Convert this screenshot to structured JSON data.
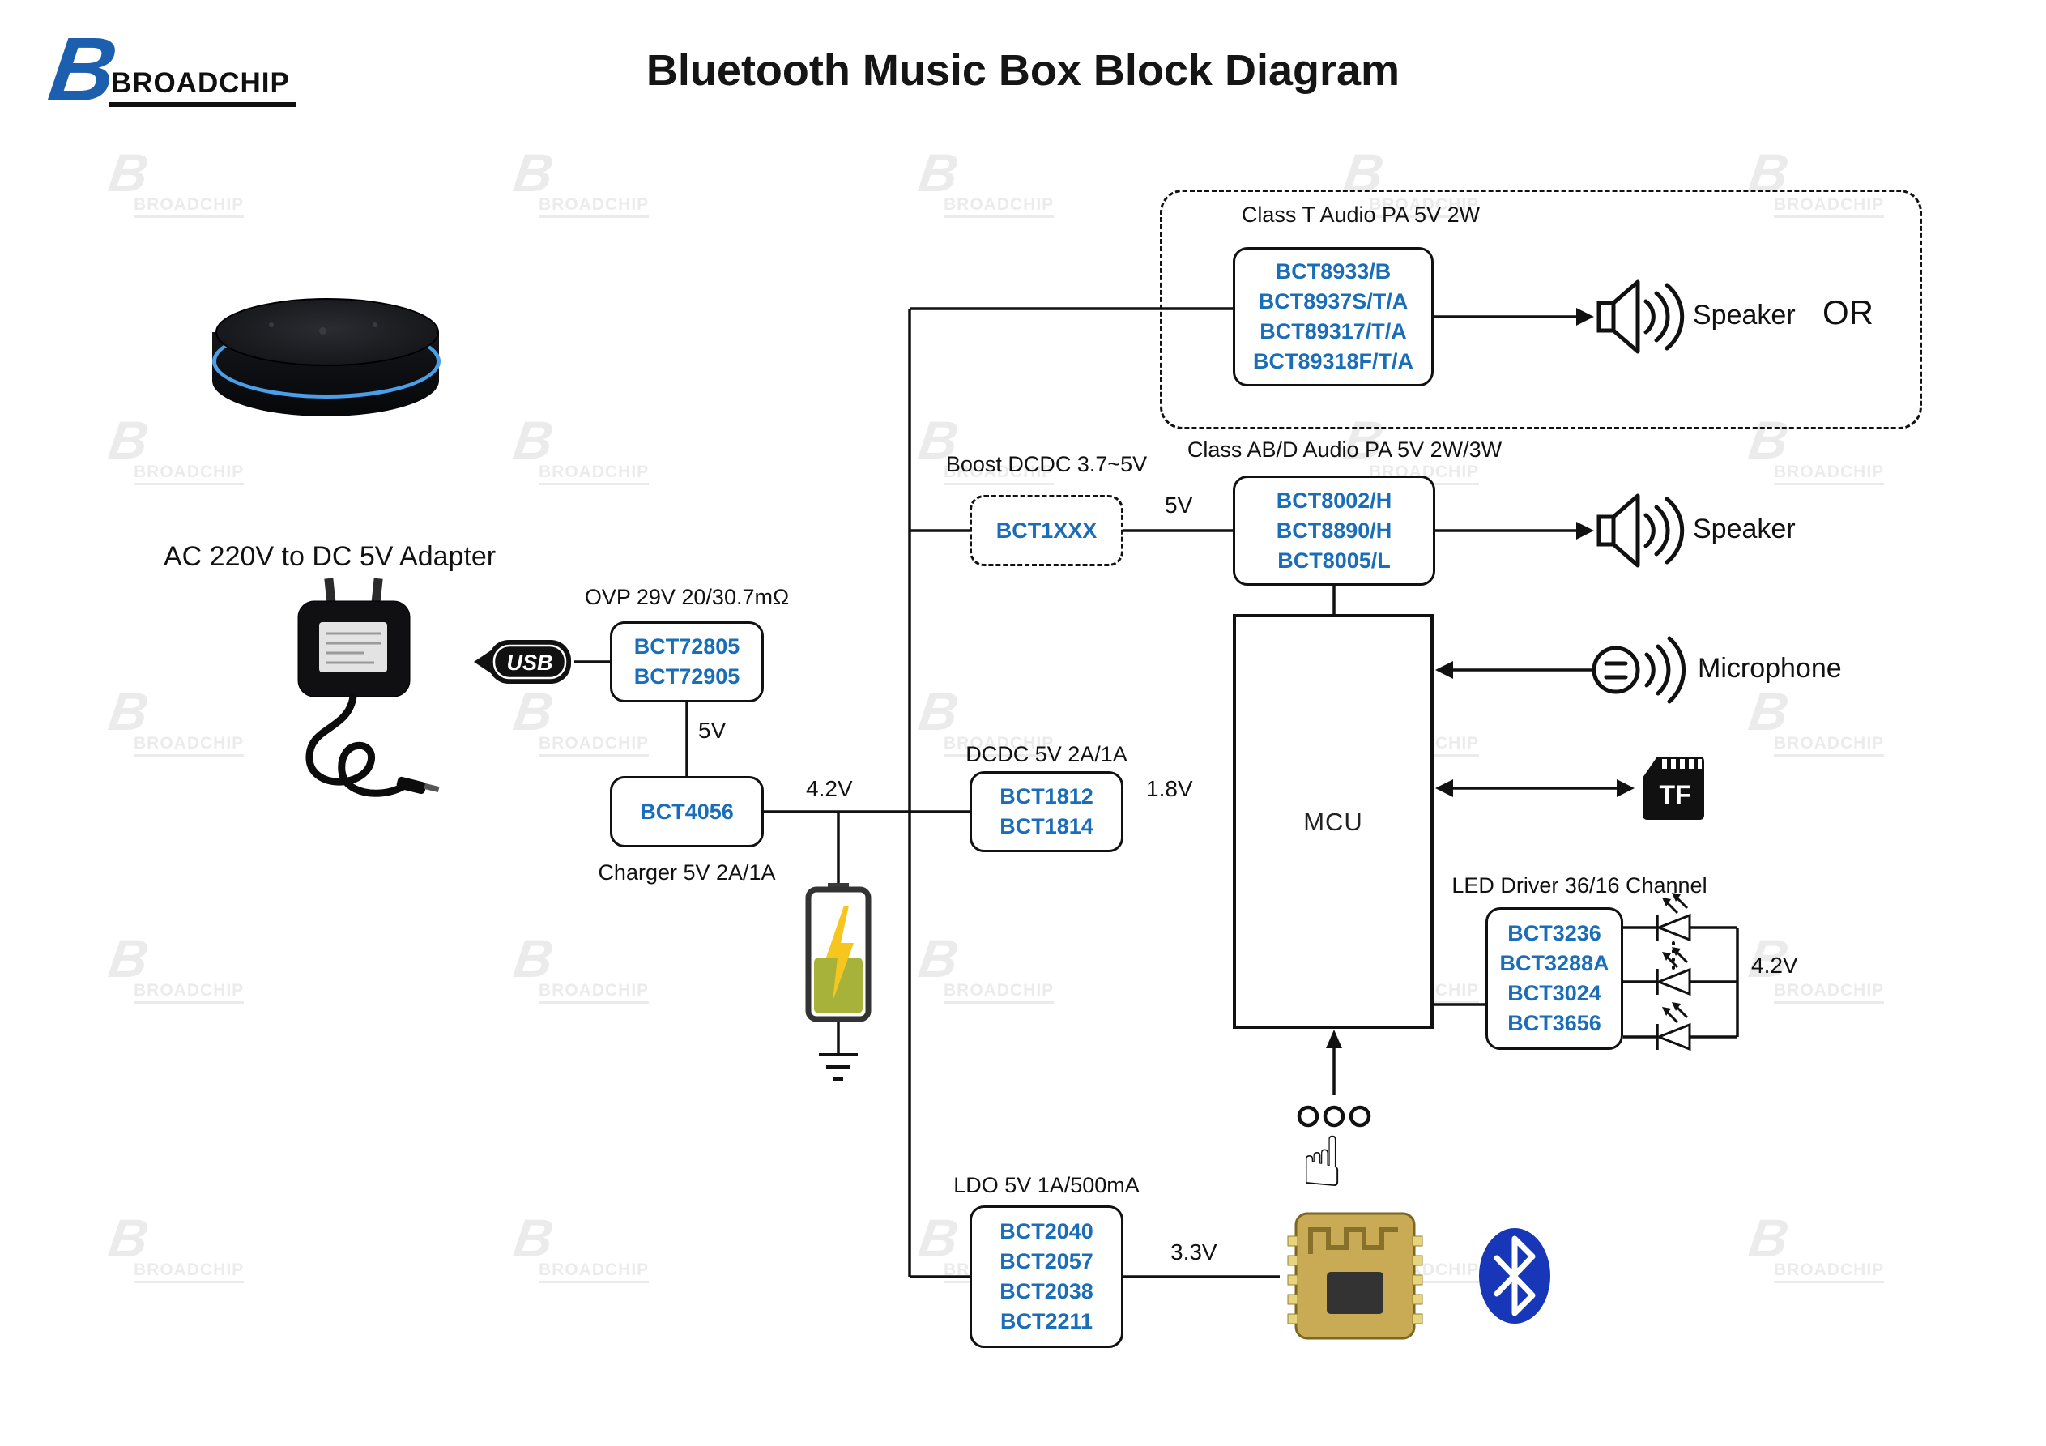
{
  "title": "Bluetooth Music Box Block Diagram",
  "logo": {
    "letter": "B",
    "name": "BROADCHIP"
  },
  "watermark": {
    "letter": "B",
    "text": "BROADCHIP"
  },
  "adapter": {
    "label": "AC 220V to DC 5V Adapter",
    "usb_label": "USB"
  },
  "boxes": {
    "ovp": {
      "caption": "OVP 29V 20/30.7mΩ",
      "chips": "BCT72805\nBCT72905"
    },
    "charger": {
      "caption": "Charger 5V 2A/1A",
      "chips": "BCT4056"
    },
    "boost": {
      "caption": "Boost DCDC 3.7~5V",
      "chips": "BCT1XXX"
    },
    "class_t": {
      "caption": "Class T Audio PA 5V 2W",
      "chips": "BCT8933/B\nBCT8937S/T/A\nBCT89317/T/A\nBCT89318F/T/A"
    },
    "class_abd": {
      "caption": "Class AB/D Audio PA 5V 2W/3W",
      "chips": "BCT8002/H\nBCT8890/H\nBCT8005/L"
    },
    "dcdc": {
      "caption": "DCDC 5V 2A/1A",
      "chips": "BCT1812\nBCT1814"
    },
    "mcu": {
      "chips": "MCU"
    },
    "led_driver": {
      "caption": "LED Driver 36/16 Channel",
      "chips": "BCT3236\nBCT3288A\nBCT3024\nBCT3656"
    },
    "ldo": {
      "caption": "LDO 5V 1A/500mA",
      "chips": "BCT2040\nBCT2057\nBCT2038\nBCT2211"
    }
  },
  "nets": {
    "ovp_to_charger": "5V",
    "charger_out": "4.2V",
    "boost_out": "5V",
    "dcdc_out": "1.8V",
    "ldo_out": "3.3V",
    "led_rail": "4.2V"
  },
  "peripherals": {
    "speaker_top": "Speaker",
    "or": "OR",
    "speaker_mid": "Speaker",
    "microphone": "Microphone",
    "tf_card": "TF"
  },
  "colors": {
    "chip_text": "#1a6db8",
    "echo_ring": "#4a9fe8",
    "bluetooth_logo": "#1837b8",
    "battery_fill": "#a7b23a",
    "bolt_yellow": "#f6c61f"
  }
}
